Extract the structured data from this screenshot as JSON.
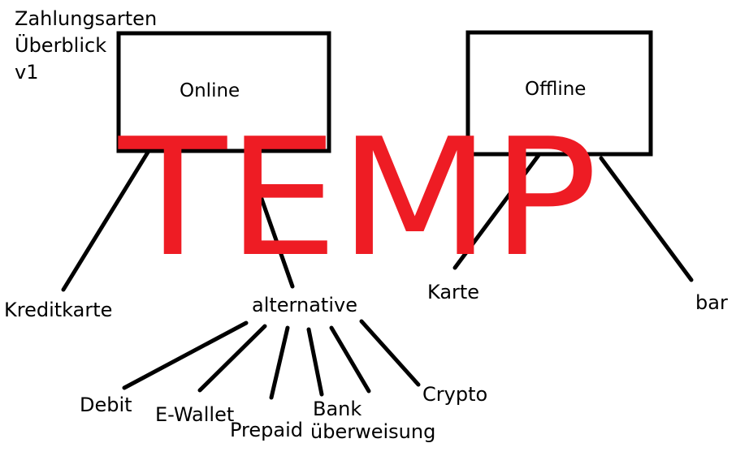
{
  "title": {
    "lines": [
      "Zahlungsarten",
      "Überblick",
      "v1"
    ]
  },
  "nodes": {
    "online": "Online",
    "offline": "Offline",
    "kreditkarte": "Kreditkarte",
    "alternative": "alternative",
    "karte": "Karte",
    "bar": "bar",
    "debit": "Debit",
    "ewallet": "E-Wallet",
    "prepaid": "Prepaid",
    "bank": [
      "Bank",
      "überweisung"
    ],
    "crypto": "Crypto"
  },
  "watermark": {
    "text": "TEMP",
    "color": "#ee1c24"
  }
}
